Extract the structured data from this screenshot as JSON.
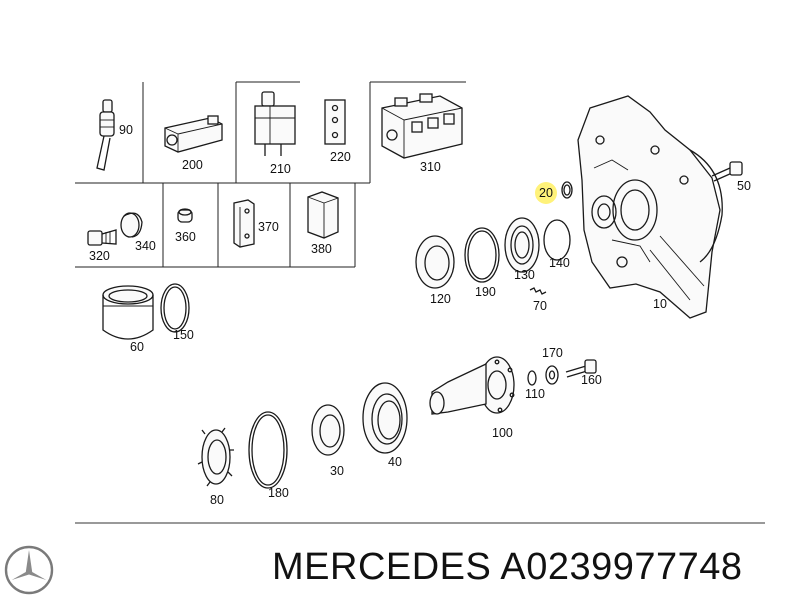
{
  "footer": {
    "brand": "MERCEDES",
    "part_number": "A0239977748"
  },
  "highlight_color": "#fff27a",
  "part_labels": {
    "p90": "90",
    "p200": "200",
    "p210": "210",
    "p220": "220",
    "p310": "310",
    "p320": "320",
    "p340": "340",
    "p360": "360",
    "p370": "370",
    "p380": "380",
    "p60": "60",
    "p150": "150",
    "p20": "20",
    "p50": "50",
    "p120": "120",
    "p190": "190",
    "p130": "130",
    "p140": "140",
    "p70": "70",
    "p10": "10",
    "p170": "170",
    "p160": "160",
    "p110": "110",
    "p100": "100",
    "p80": "80",
    "p180": "180",
    "p30": "30",
    "p40": "40"
  },
  "icons": {
    "logo": "mercedes-star-icon"
  }
}
